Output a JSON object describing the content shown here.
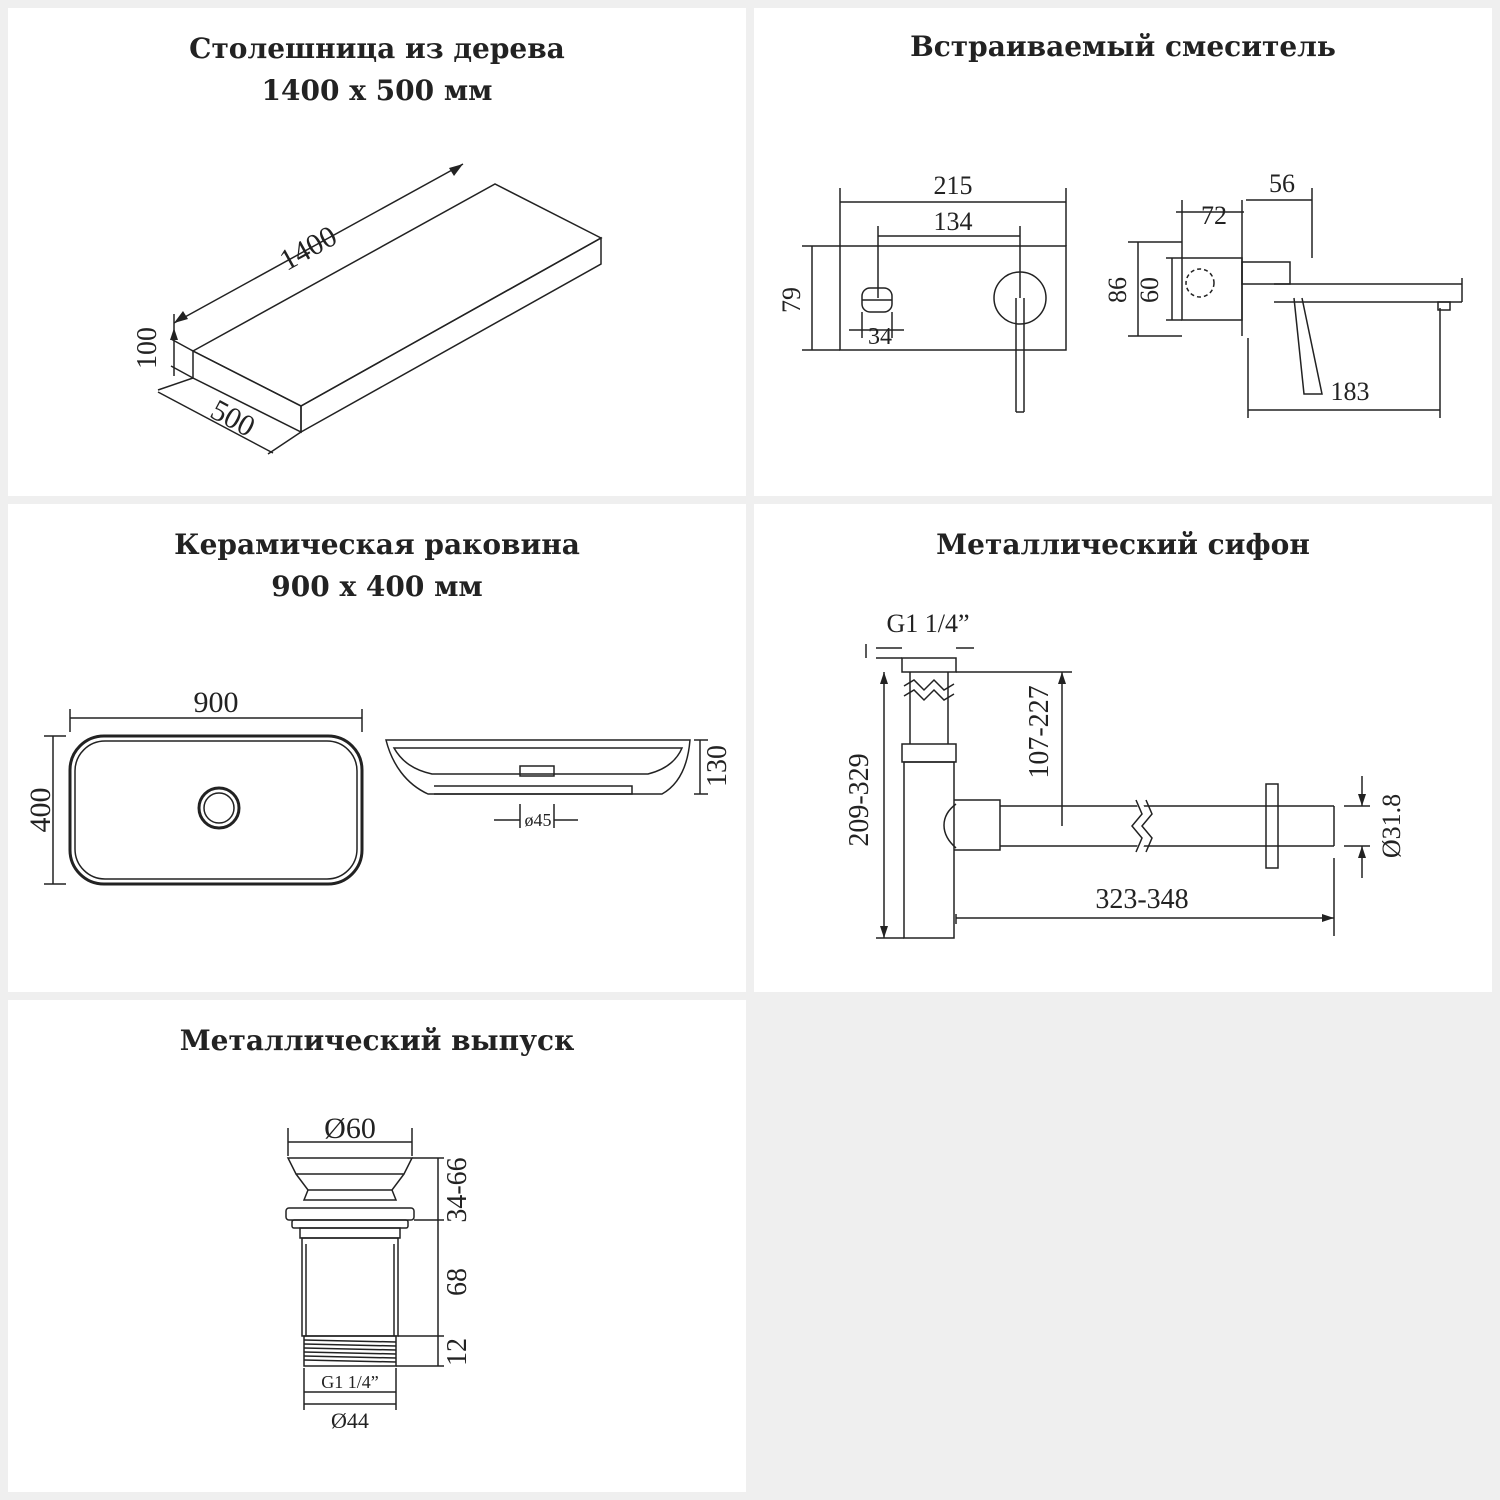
{
  "panels": {
    "countertop": {
      "title_line1": "Столешница из дерева",
      "title_line2": "1400 х 500 мм",
      "dims": {
        "length": "1400",
        "height": "100",
        "depth": "500"
      }
    },
    "mixer": {
      "title": "Встраиваемый смеситель",
      "dims": {
        "width_outer": "215",
        "width_inner": "134",
        "height": "79",
        "handle": "34",
        "side_56": "56",
        "side_72": "72",
        "side_86": "86",
        "side_60": "60",
        "spout": "183"
      }
    },
    "basin": {
      "title_line1": "Керамическая раковина",
      "title_line2": "900 х 400 мм",
      "dims": {
        "length": "900",
        "width": "400",
        "height": "130",
        "drain": "ø45"
      }
    },
    "siphon": {
      "title": "Металлический сифон",
      "dims": {
        "thread": "G1 1/4”",
        "height_total": "209-329",
        "height_upper": "107-227",
        "length": "323-348",
        "pipe_diameter": "Ø31.8"
      }
    },
    "drain": {
      "title": "Металлический выпуск",
      "dims": {
        "top_diameter": "Ø60",
        "cap": "34-66",
        "body": "68",
        "thread_len": "12",
        "thread": "G1 1/4”",
        "bottom_diameter": "Ø44"
      }
    }
  }
}
